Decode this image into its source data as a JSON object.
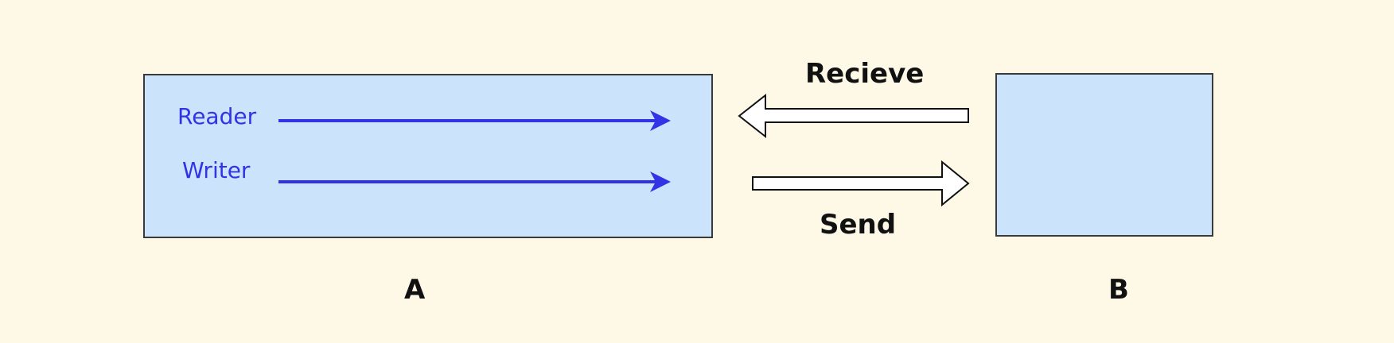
{
  "diagram": {
    "box_a": {
      "name": "A"
    },
    "box_b": {
      "name": "B"
    },
    "reader_label": "Reader",
    "writer_label": "Writer",
    "receive_label": "Recieve",
    "send_label": "Send"
  },
  "colors": {
    "background": "#FEF8E7",
    "box_fill": "#CBE4FB",
    "box_stroke": "#3A3A3A",
    "stream_blue": "#3333E6",
    "text_black": "#111111",
    "arrow_fill": "#FFFFFF"
  }
}
